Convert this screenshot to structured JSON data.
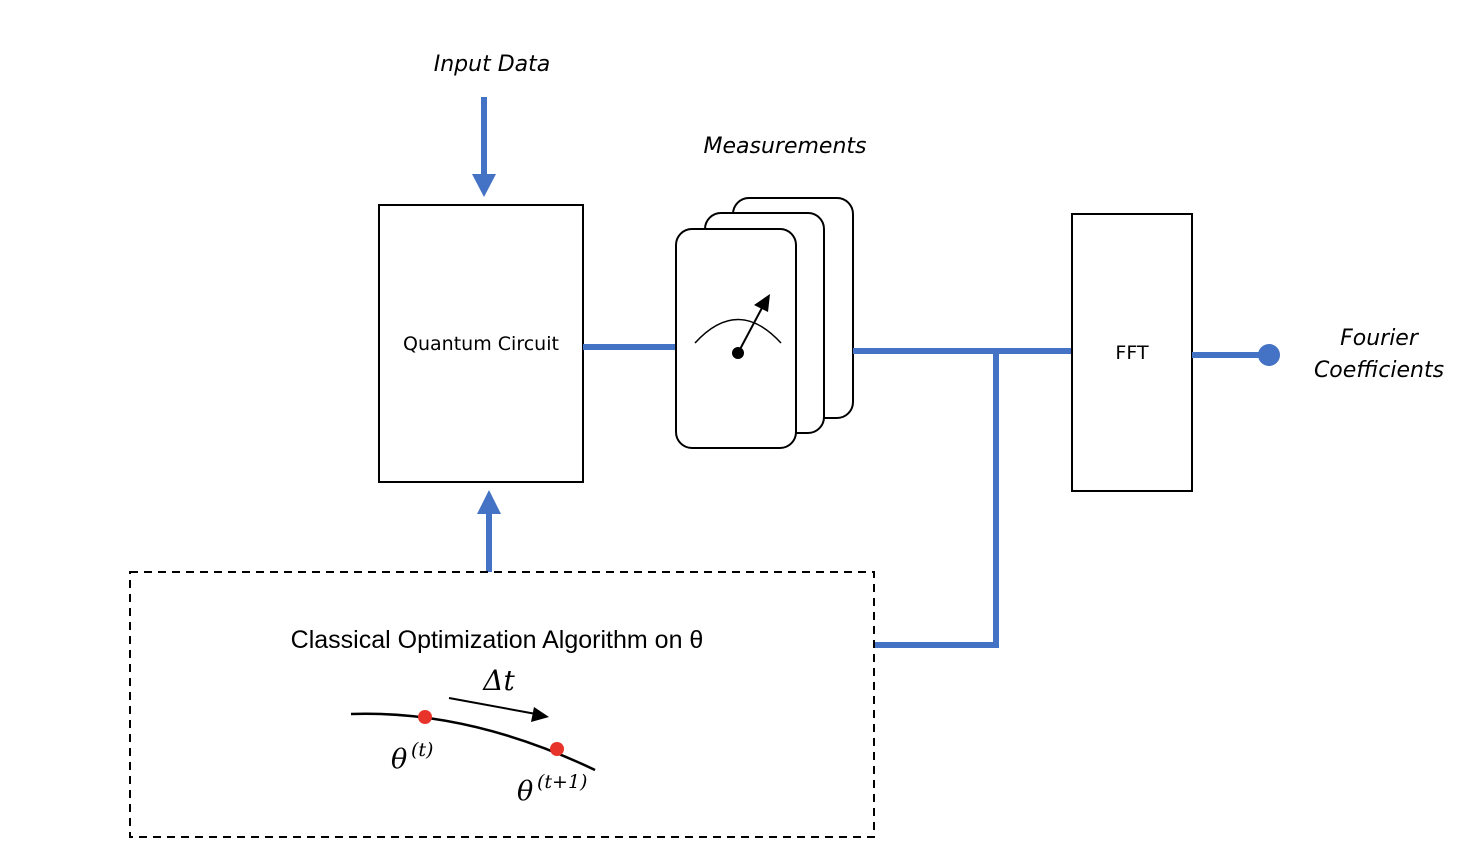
{
  "labels": {
    "input_data": "Input Data",
    "measurements": "Measurements",
    "quantum_circuit": "Quantum Circuit",
    "fft": "FFT",
    "fourier_line1": "Fourier",
    "fourier_line2": "Coefficients",
    "algorithm_title": "Classical Optimization Algorithm on θ",
    "delta_t": "Δt",
    "theta_t_base": "θ",
    "theta_t_sup": "(t)",
    "theta_t1_base": "θ",
    "theta_t1_sup": "(t+1)"
  },
  "colors": {
    "connector": "#4472C4",
    "point": "#E8332A",
    "stroke": "#000000"
  },
  "icons": {
    "measurement": "meter-gauge-icon"
  }
}
